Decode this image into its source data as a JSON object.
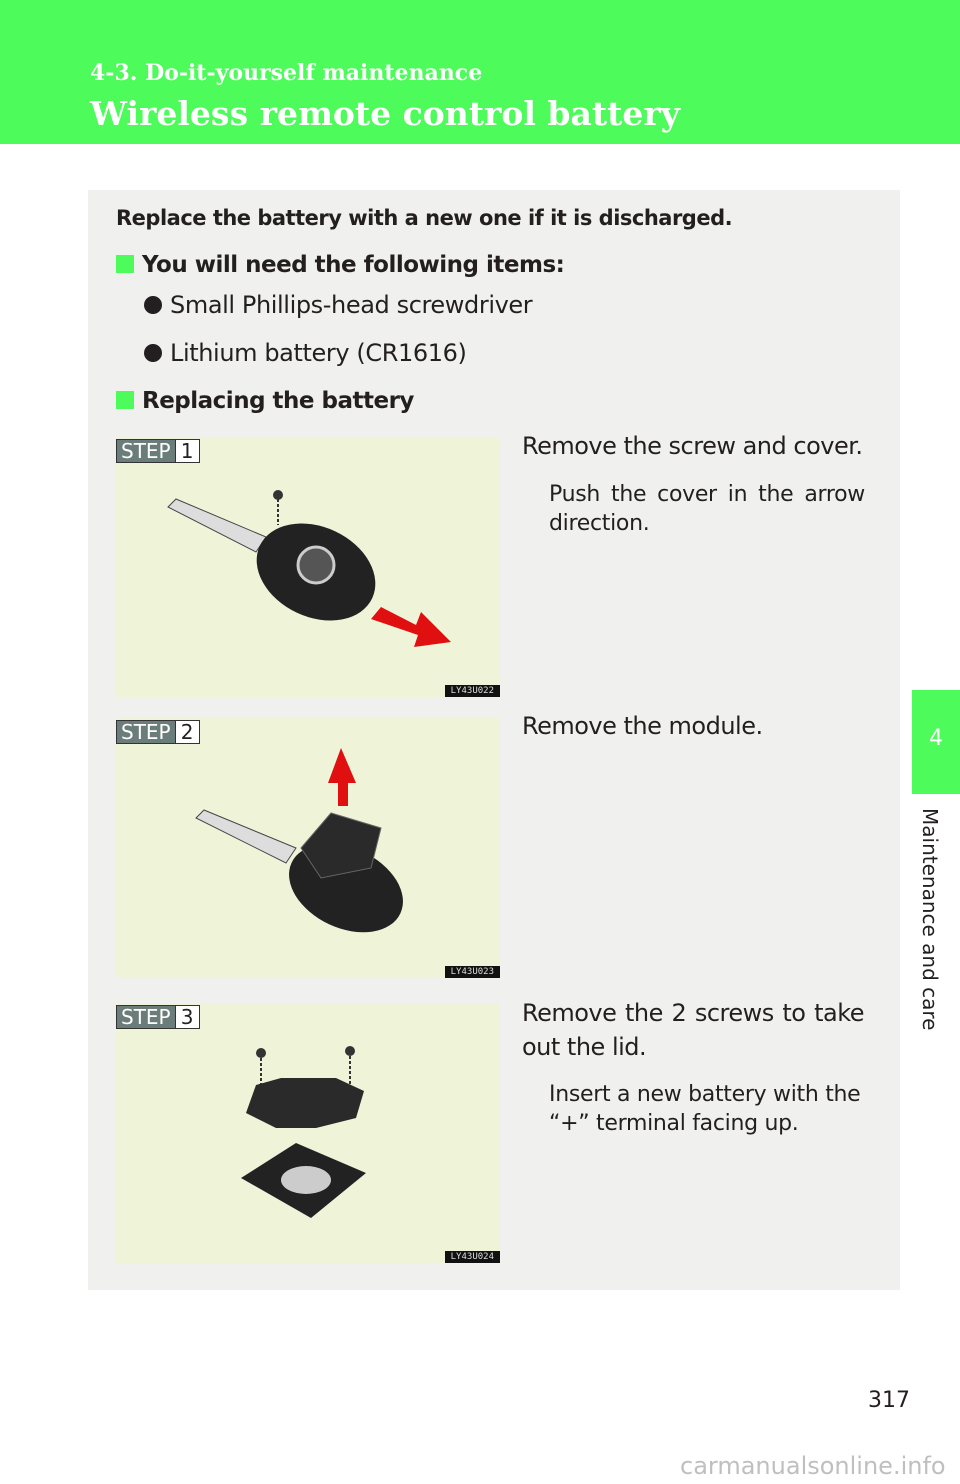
{
  "header": {
    "section": "4-3. Do-it-yourself maintenance",
    "title": "Wireless remote control battery"
  },
  "intro": "Replace the battery with a new one if it is discharged.",
  "items_heading": "You will need the following items:",
  "items": [
    "Small Phillips-head screwdriver",
    "Lithium battery (CR1616)"
  ],
  "replacing_heading": "Replacing the battery",
  "steps": [
    {
      "label": "STEP",
      "number": "1",
      "code": "LY43U022",
      "main": "Remove the screw and cover.",
      "sub": "Push the cover in the arrow direction."
    },
    {
      "label": "STEP",
      "number": "2",
      "code": "LY43U023",
      "main": "Remove the module."
    },
    {
      "label": "STEP",
      "number": "3",
      "code": "LY43U024",
      "main": "Remove the 2 screws to take out the lid.",
      "sub": "Insert a new battery with the “+” terminal facing up."
    }
  ],
  "side_tab": {
    "number": "4",
    "label": "Maintenance and care"
  },
  "page_number": "317",
  "watermark": "carmanualsonline.info",
  "colors": {
    "accent": "#4dfb5b",
    "arrow": "#e01010"
  }
}
